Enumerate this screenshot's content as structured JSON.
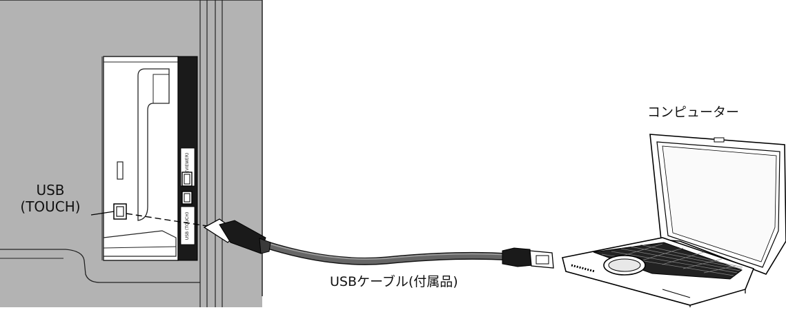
{
  "labels": {
    "usb_touch_line1": "USB",
    "usb_touch_line2": "(TOUCH)",
    "cable": "USBケーブル(付属品)",
    "computer": "コンピューター"
  },
  "ports": {
    "viewer_label": "USB (VIEWER)",
    "touch_label": "USB (TOUCH)"
  },
  "colors": {
    "display_body": "#b3b3b3",
    "cable": "#555555",
    "outline": "#000000"
  }
}
